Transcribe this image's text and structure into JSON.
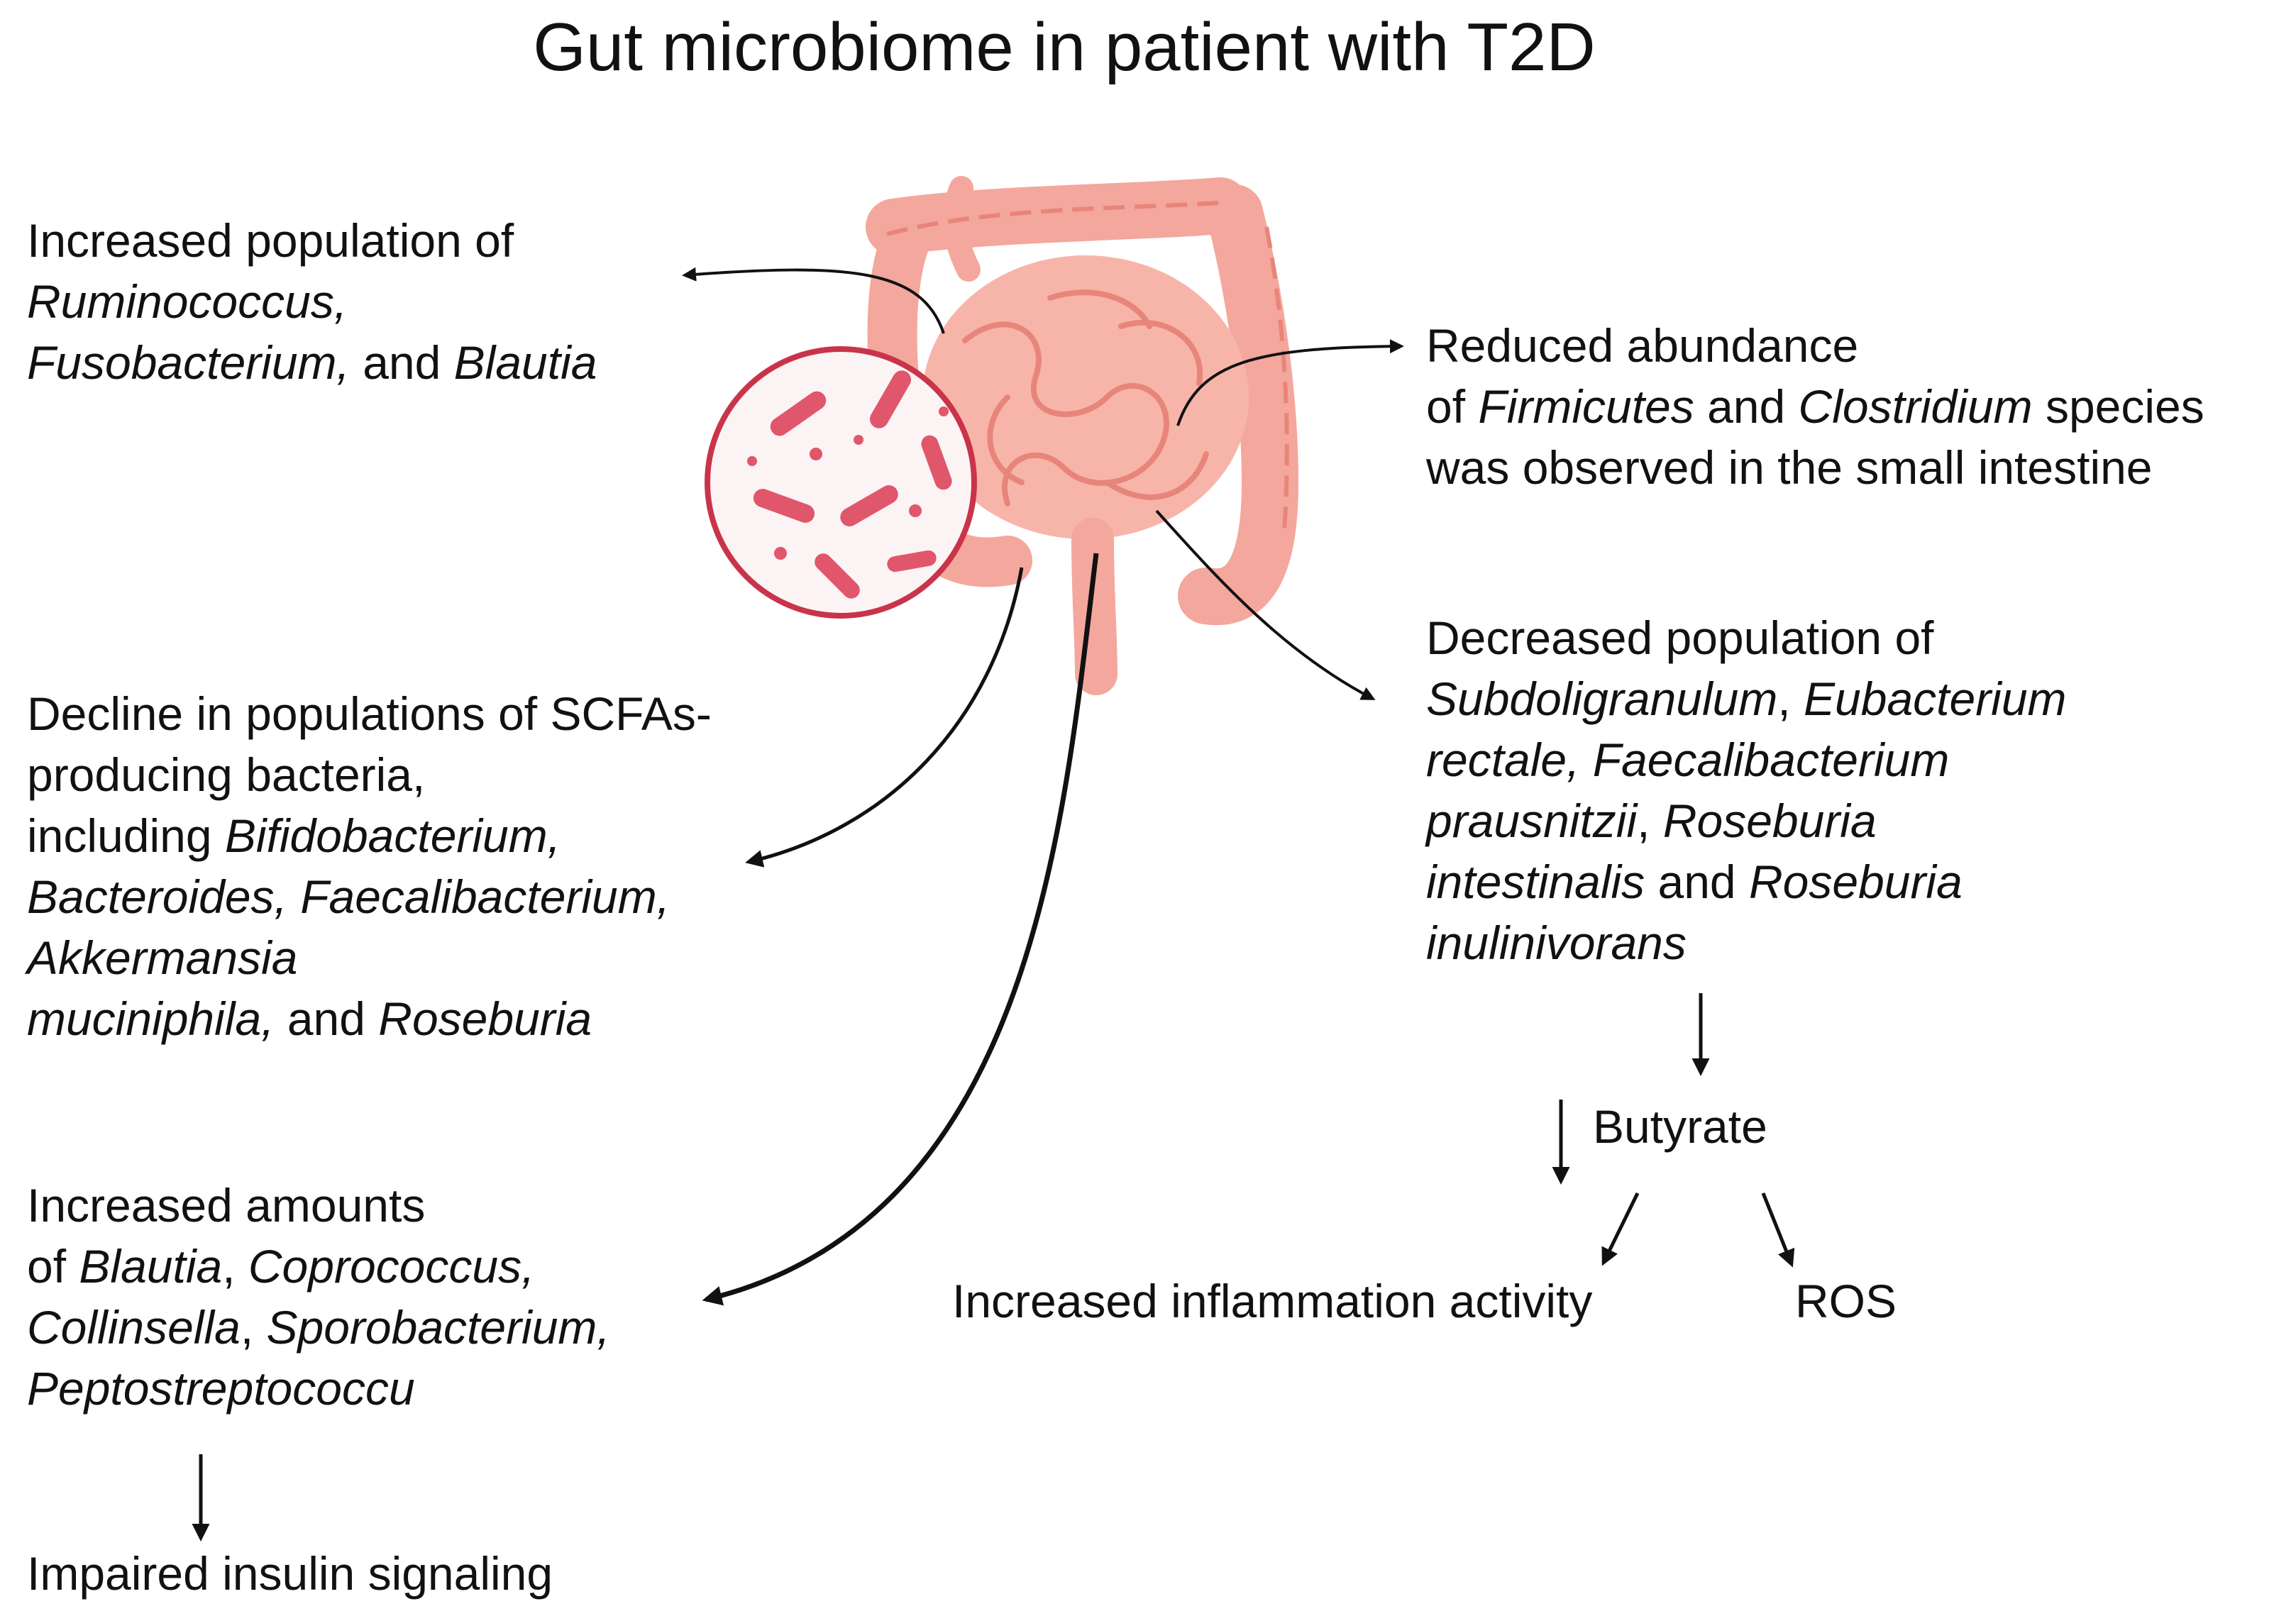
{
  "title": "Gut microbiome in patient with T2D",
  "left_top": {
    "l1": "Increased population of",
    "l2": "Ruminococcus,",
    "l3a": "Fusobacterium,",
    "l3b": " and ",
    "l3c": "Blautia"
  },
  "left_mid": {
    "l1": "Decline in populations of SCFAs-",
    "l2": "producing bacteria,",
    "l3a": "including ",
    "l3b": "Bifidobacterium,",
    "l4": "Bacteroides, Faecalibacterium,",
    "l5": "Akkermansia",
    "l6a": "muciniphila,",
    "l6b": " and ",
    "l6c": "Roseburia"
  },
  "left_bottom": {
    "l1": "Increased amounts",
    "l2a": "of ",
    "l2b": "Blautia",
    "l2c": ", ",
    "l2d": "Coprococcus,",
    "l3a": "Collinsella",
    "l3b": ", ",
    "l3c": "Sporobacterium,",
    "l4": "Peptostreptococcu"
  },
  "impaired": "Impaired insulin signaling",
  "right_top": {
    "l1": "Reduced abundance",
    "l2a": "of ",
    "l2b": "Firmicutes",
    "l2c": " and ",
    "l2d": "Clostridium",
    "l2e": " species",
    "l3": "was observed in the small intestine"
  },
  "right_mid": {
    "l1": "Decreased population of",
    "l2a": "Subdoligranulum",
    "l2b": ", ",
    "l2c": "Eubacterium",
    "l3a": "rectale, Faecalibacterium",
    "l4a": "prausnitzii",
    "l4b": ", ",
    "l4c": "Roseburia",
    "l5a": "intestinalis",
    "l5b": " and ",
    "l5c": "Roseburia",
    "l6": "inulinivorans"
  },
  "butyrate": "Butyrate",
  "inflammation": "Increased inflammation activity",
  "ros": "ROS",
  "colors": {
    "intestine_fill": "#f4a79c",
    "intestine_dark": "#e8857a",
    "bacteria": "#e0566b",
    "circle_border": "#c9344a"
  }
}
